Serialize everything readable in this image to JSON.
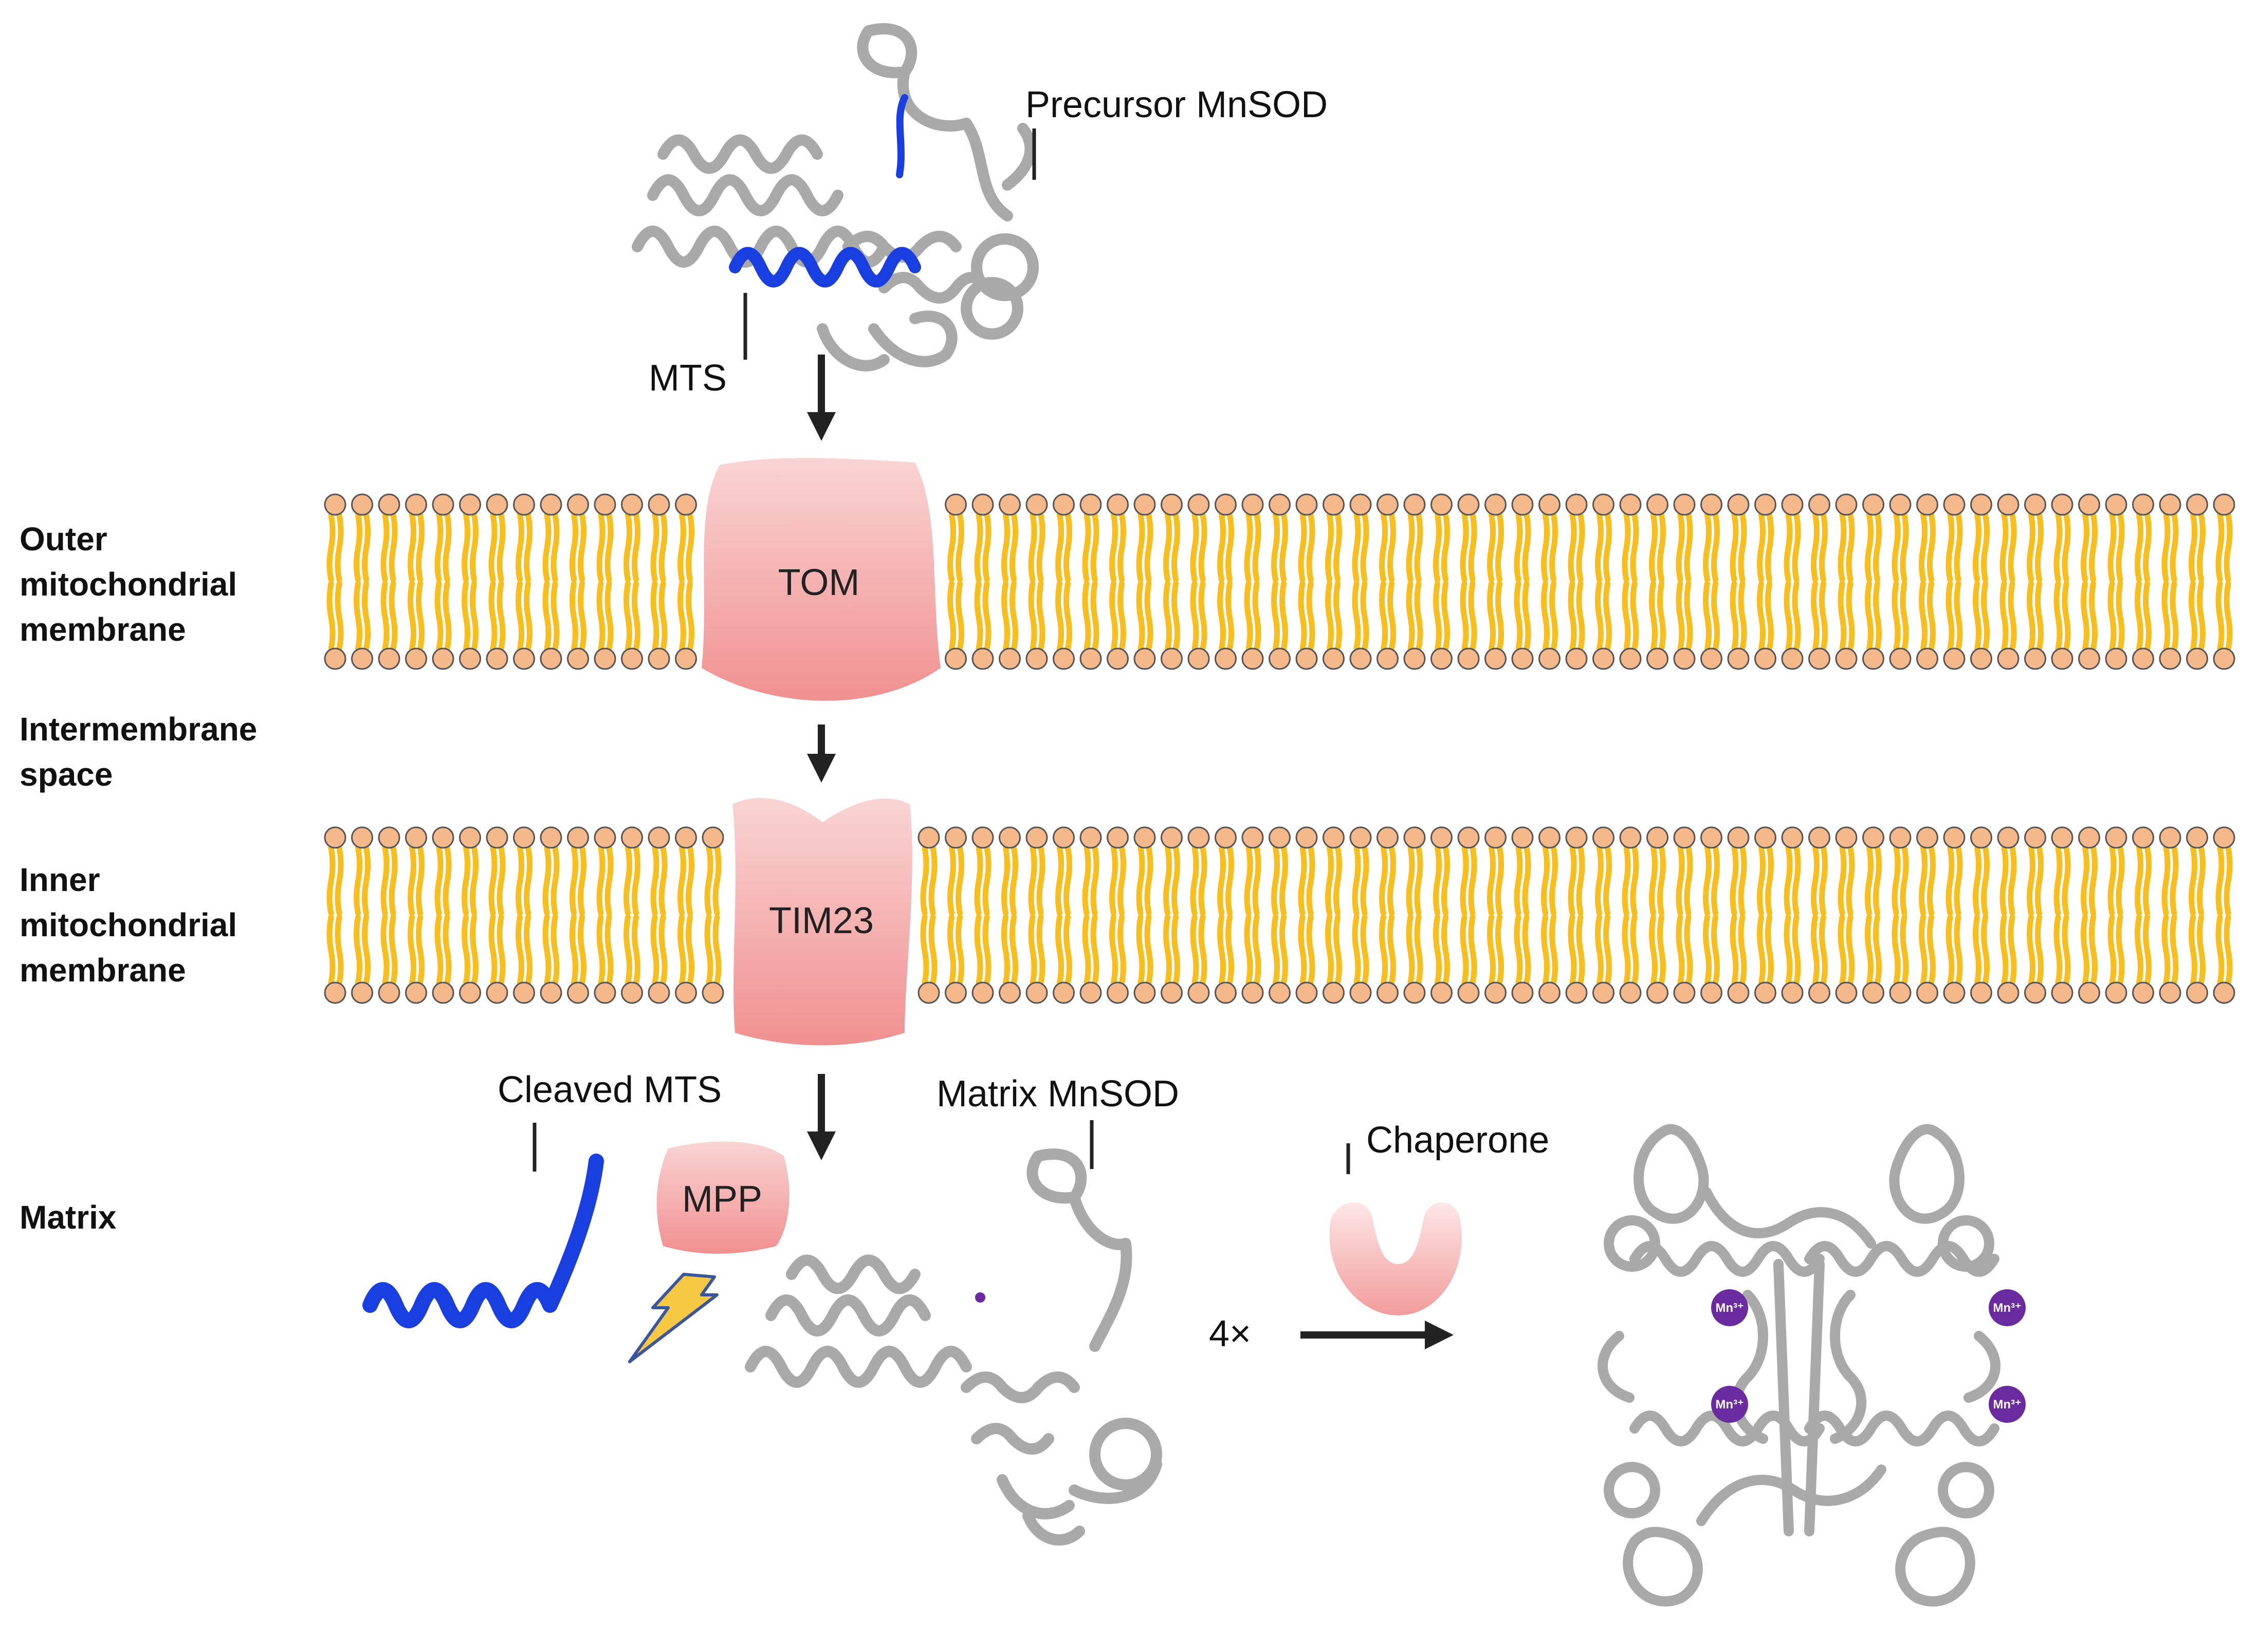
{
  "compartments": {
    "outer_membrane": [
      "Outer",
      "mitochondrial",
      "membrane"
    ],
    "intermembrane_space": [
      "Intermembrane",
      "space"
    ],
    "inner_membrane": [
      "Inner",
      "mitochondrial",
      "membrane"
    ],
    "matrix": [
      "Matrix"
    ]
  },
  "callouts": {
    "precursor": "Precursor MnSOD",
    "mts": "MTS",
    "cleaved_mts": "Cleaved MTS",
    "matrix_mnsod": "Matrix MnSOD",
    "chaperone": "Chaperone",
    "multiplier": "4×"
  },
  "complexes": {
    "tom": "TOM",
    "tim23": "TIM23",
    "mpp": "MPP"
  },
  "metal_ion": "Mn³⁺",
  "colors": {
    "lipid_head": "#f5b88a",
    "lipid_tail": "#f7be1e",
    "complex_pink": "#f29a9a",
    "mts_blue": "#1a3fe0",
    "protein_gray": "#b4b4b4",
    "mn_purple": "#6a2aa0",
    "lightning": "#f7c844"
  }
}
